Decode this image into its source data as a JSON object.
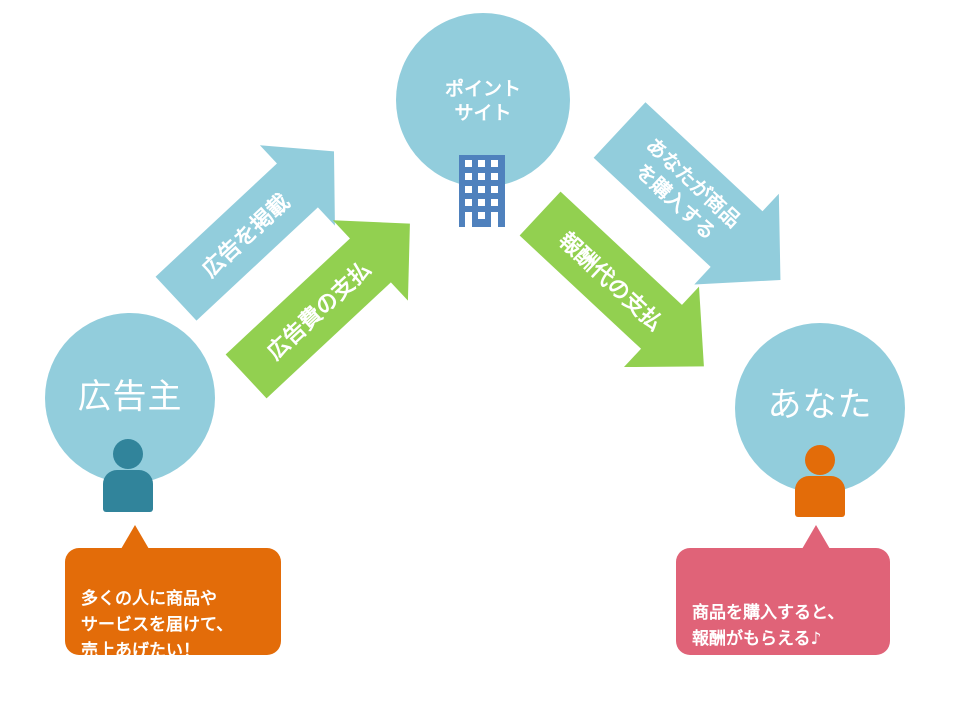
{
  "nodes": {
    "advertiser": {
      "label": "広告主"
    },
    "point_site": {
      "label": "ポイント\nサイト"
    },
    "you": {
      "label": "あなた"
    }
  },
  "arrows": {
    "post_ad": "広告を掲載",
    "ad_fee_payment": "広告費の支払",
    "you_buy": "あなたが商品\nを購入する",
    "reward_payment": "報酬代の支払"
  },
  "bubbles": {
    "advertiser": "多くの人に商品や\nサービスを届けて、\n売上あげたい！",
    "you": "商品を購入すると、\n報酬がもらえる♪"
  },
  "colors": {
    "circle": "#92cddc",
    "arrow_blue": "#92cddc",
    "arrow_green": "#92d050",
    "advertiser_person": "#31849b",
    "you_person": "#e36c09",
    "advertiser_bubble": "#e36c09",
    "you_bubble": "#e06378",
    "building": "#4f81bd"
  },
  "icons": {
    "advertiser": "person-icon",
    "you": "person-icon",
    "point_site": "building-icon"
  }
}
